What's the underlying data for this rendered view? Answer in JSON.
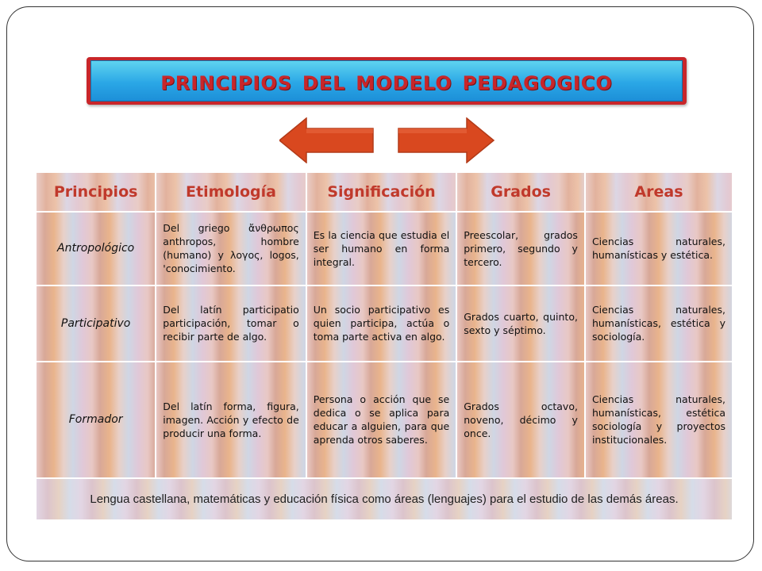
{
  "title": "Principios del modelo pedagogico",
  "table": {
    "headers": [
      "Principios",
      "Etimología",
      "Significación",
      "Grados",
      "Areas"
    ],
    "rows": [
      {
        "principle": "Antropológico",
        "etimologia": "Del griego ἄνθρωπος anthropos, hombre (humano) y λογος, logos, 'conocimiento.",
        "significacion": "Es la ciencia que estudia el ser humano en forma integral.",
        "grados": "Preescolar, grados primero, segundo y tercero.",
        "areas": "Ciencias naturales, humanísticas y estética."
      },
      {
        "principle": "Participativo",
        "etimologia": "Del latín participatio participación, tomar o recibir parte de algo.",
        "significacion": "Un socio participativo es quien participa, actúa o toma parte activa en algo.",
        "grados": "Grados cuarto, quinto, sexto y séptimo.",
        "areas": "Ciencias naturales, humanísticas, estética y sociología."
      },
      {
        "principle": "Formador",
        "etimologia": "Del latín forma, figura, imagen. Acción y efecto de producir una forma.",
        "significacion": "Persona o acción que se dedica o se aplica para educar a alguien, para que aprenda otros saberes.",
        "grados": "Grados octavo, noveno, décimo y once.",
        "areas": "Ciencias naturales, humanísticas, estética sociología y proyectos institucionales."
      }
    ],
    "footer": "Lengua castellana, matemáticas y educación física como áreas (lenguajes) para el estudio de las demás áreas."
  },
  "colors": {
    "title_text": "#c8262a",
    "banner_border": "#c8262a",
    "banner_fill": "#2aa7e6",
    "header_text": "#c0392b",
    "arrow": "#d9481f"
  },
  "icons": [
    "arrow-left-icon",
    "arrow-right-icon"
  ]
}
